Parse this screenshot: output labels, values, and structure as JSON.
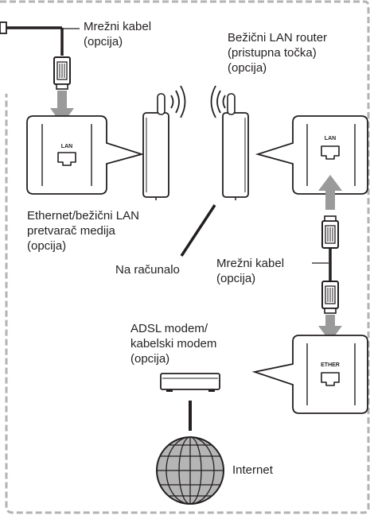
{
  "labels": {
    "network_cable_top": "Mrežni kabel\n(opcija)",
    "wireless_router": "Bežični LAN router\n(pristupna točka)\n(opcija)",
    "media_converter": "Ethernet/bežični LAN\npretvarač medija\n(opcija)",
    "to_computer": "Na računalo",
    "network_cable_bottom": "Mrežni kabel\n(opcija)",
    "modem": "ADSL modem/\nkabelski modem\n(opcija)",
    "internet": "Internet"
  },
  "ports": {
    "lan_left": "LAN",
    "lan_right": "LAN",
    "ether": "ETHER"
  },
  "colors": {
    "line": "#231f20",
    "dashed_border": "#b3b3b3",
    "arrow": "#9a9a9a",
    "globe": "#b5b5b5"
  }
}
